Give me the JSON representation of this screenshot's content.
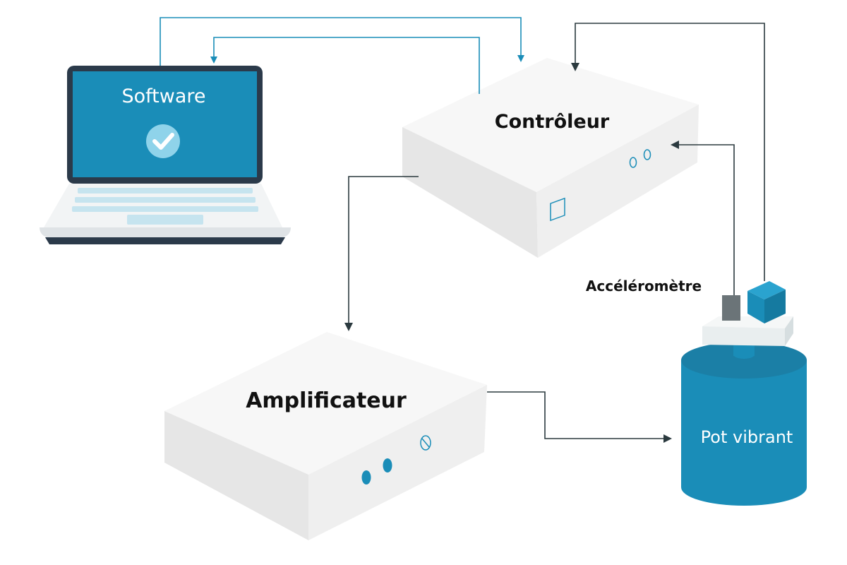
{
  "nodes": {
    "laptop_label": "Software",
    "controller_label": "Contrôleur",
    "amplifier_label": "Amplificateur",
    "shaker_label": "Pot vibrant",
    "accelerometer_label": "Accéléromètre"
  },
  "icons": {
    "laptop_check": "check-circle-icon"
  },
  "colors": {
    "accent": "#1a8db8",
    "dark": "#2b3a4a",
    "box_top": "#f7f7f7",
    "box_side": "#e6e6e6",
    "box_front": "#efefef",
    "sensor": "#6b7478",
    "arrow_blue": "#1a8db8",
    "arrow_dark": "#2b3a3f"
  }
}
